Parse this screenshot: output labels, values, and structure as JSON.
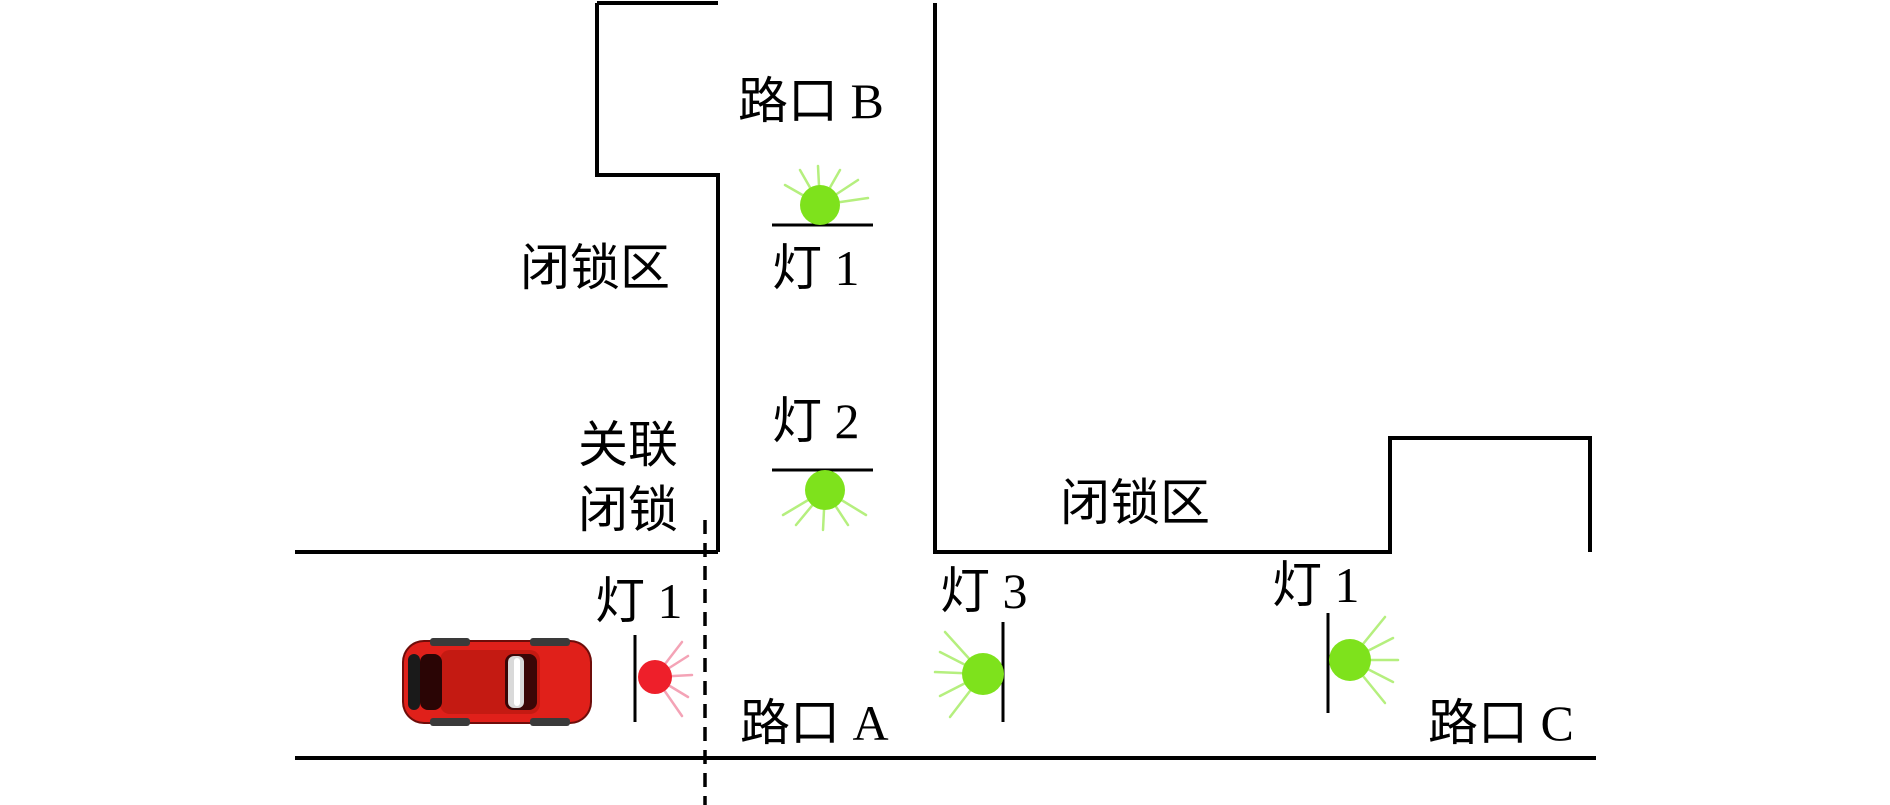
{
  "colors": {
    "line": "#000000",
    "green_lamp": "#7ee21c",
    "green_ray": "#b5ef7e",
    "red_lamp": "#ee1f2a",
    "red_ray": "#f4a3b6",
    "car_body": "#e0201a"
  },
  "labels": {
    "intersection_a": "路口 A",
    "intersection_b": "路口 B",
    "intersection_c": "路口 C",
    "locked_zone_left": "闭锁区",
    "locked_zone_right": "闭锁区",
    "assoc_lock_line1": "关联",
    "assoc_lock_line2": "闭锁",
    "light_b1": "灯 1",
    "light_b2": "灯 2",
    "light_a1": "灯 1",
    "light_a3": "灯 3",
    "light_c1": "灯 1"
  },
  "lights": [
    {
      "id": "light-b1",
      "state": "green"
    },
    {
      "id": "light-b2",
      "state": "green"
    },
    {
      "id": "light-a1",
      "state": "red"
    },
    {
      "id": "light-a3",
      "state": "green"
    },
    {
      "id": "light-c1",
      "state": "green"
    }
  ],
  "icons": {
    "car": "car-icon"
  }
}
